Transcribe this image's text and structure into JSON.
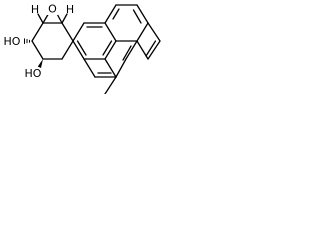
{
  "molecule": {
    "labels": {
      "epoxide_oxygen": "O",
      "hydroxyl_upper": "HO",
      "hydroxyl_lower": "HO",
      "stereo_h_left": "H",
      "stereo_h_right": "H"
    }
  }
}
